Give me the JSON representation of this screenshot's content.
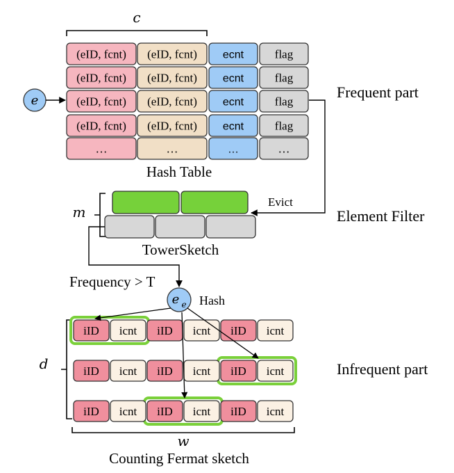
{
  "colors": {
    "pink": "#f6b6bf",
    "tan": "#f1dfc6",
    "blue": "#9fcbf6",
    "gray": "#d7d7d7",
    "green": "#76d13a",
    "pink_dark": "#f08f9d",
    "cream": "#fbf1e4",
    "outline": "#333333",
    "highlight": "#7ad03a"
  },
  "labels": {
    "c": "c",
    "hash_table": "Hash Table",
    "frequent_part": "Frequent part",
    "e": "e",
    "evict": "Evict",
    "m": "m",
    "element_filter": "Element Filter",
    "tower_sketch": "TowerSketch",
    "frequency_gt_t": "Frequency > T",
    "ee_main": "e",
    "ee_sub": "e",
    "hash": "Hash",
    "d": "d",
    "infrequent_part": "Infrequent part",
    "w": "w",
    "counting_fermat": "Counting Fermat sketch"
  },
  "hash_table": {
    "rows": [
      [
        "(eID, fcnt)",
        "(eID, fcnt)",
        "ecnt",
        "flag"
      ],
      [
        "(eID, fcnt)",
        "(eID, fcnt)",
        "ecnt",
        "flag"
      ],
      [
        "(eID, fcnt)",
        "(eID, fcnt)",
        "ecnt",
        "flag"
      ],
      [
        "(eID, fcnt)",
        "(eID, fcnt)",
        "ecnt",
        "flag"
      ],
      [
        "…",
        "…",
        "…",
        "…"
      ]
    ]
  },
  "fermat": {
    "rows": [
      [
        "iID",
        "icnt",
        "iID",
        "icnt",
        "iID",
        "icnt"
      ],
      [
        "iID",
        "icnt",
        "iID",
        "icnt",
        "iID",
        "icnt"
      ],
      [
        "iID",
        "icnt",
        "iID",
        "icnt",
        "iID",
        "icnt"
      ]
    ],
    "highlighted_pair_index": [
      0,
      2,
      1
    ]
  }
}
